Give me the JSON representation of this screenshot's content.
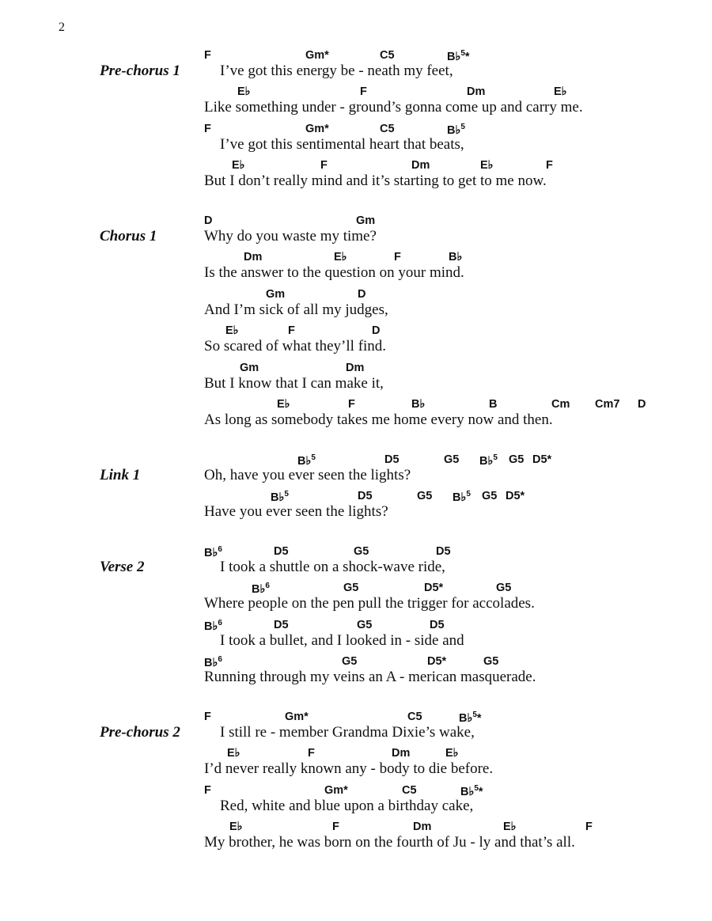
{
  "page_number": "2",
  "sections": [
    {
      "label": "Pre-chorus 1",
      "lines": [
        {
          "lyric": "I’ve got this energy be - neath my feet,",
          "chords": [
            "F",
            "Gm*",
            "C5",
            "B♭5*"
          ]
        },
        {
          "lyric": "Like something under - ground’s gonna come up and carry me.",
          "chords": [
            "E♭",
            "F",
            "Dm",
            "E♭"
          ]
        },
        {
          "lyric": "I’ve got this sentimental heart that beats,",
          "chords": [
            "F",
            "Gm*",
            "C5",
            "B♭5"
          ]
        },
        {
          "lyric": "But I don’t really mind and it’s starting to get to me now.",
          "chords": [
            "E♭",
            "F",
            "Dm",
            "E♭",
            "F"
          ]
        }
      ]
    },
    {
      "label": "Chorus 1",
      "lines": [
        {
          "lyric": "Why do you waste my time?",
          "chords": [
            "D",
            "Gm"
          ]
        },
        {
          "lyric": "Is the answer to the question on your mind.",
          "chords": [
            "Dm",
            "E♭",
            "F",
            "B♭"
          ]
        },
        {
          "lyric": "And I’m sick of all my judges,",
          "chords": [
            "Gm",
            "D"
          ]
        },
        {
          "lyric": "So scared of what they’ll find.",
          "chords": [
            "E♭",
            "F",
            "D"
          ]
        },
        {
          "lyric": "But I know that I can make it,",
          "chords": [
            "Gm",
            "Dm"
          ]
        },
        {
          "lyric": "As long as somebody takes me home every now and then.",
          "chords": [
            "E♭",
            "F",
            "B♭",
            "B",
            "Cm",
            "Cm7",
            "D"
          ]
        }
      ]
    },
    {
      "label": "Link 1",
      "lines": [
        {
          "lyric": "Oh, have you ever seen the lights?",
          "chords": [
            "B♭5",
            "D5",
            "G5",
            "B♭5",
            "G5",
            "D5*"
          ]
        },
        {
          "lyric": "Have you ever seen the lights?",
          "chords": [
            "B♭5",
            "D5",
            "G5",
            "B♭5",
            "G5",
            "D5*"
          ]
        }
      ]
    },
    {
      "label": "Verse 2",
      "lines": [
        {
          "lyric": "I took a shuttle on a shock-wave ride,",
          "chords": [
            "B♭6",
            "D5",
            "G5",
            "D5"
          ]
        },
        {
          "lyric": "Where people on the pen pull the trigger for accolades.",
          "chords": [
            "B♭6",
            "G5",
            "D5*",
            "G5"
          ]
        },
        {
          "lyric": "I took a bullet, and I looked in - side and",
          "chords": [
            "B♭6",
            "D5",
            "G5",
            "D5"
          ]
        },
        {
          "lyric": "Running through my veins an A - merican masquerade.",
          "chords": [
            "B♭6",
            "G5",
            "D5*",
            "G5"
          ]
        }
      ]
    },
    {
      "label": "Pre-chorus 2",
      "lines": [
        {
          "lyric": "I still re - member Grandma Dixie’s wake,",
          "chords": [
            "F",
            "Gm*",
            "C5",
            "B♭5*"
          ]
        },
        {
          "lyric": "I’d never really known any - body to die before.",
          "chords": [
            "E♭",
            "F",
            "Dm",
            "E♭"
          ]
        },
        {
          "lyric": "Red, white and blue upon a birthday cake,",
          "chords": [
            "F",
            "Gm*",
            "C5",
            "B♭5*"
          ]
        },
        {
          "lyric": "My brother, he was born on the fourth of Ju - ly and that’s all.",
          "chords": [
            "E♭",
            "F",
            "Dm",
            "E♭",
            "F"
          ]
        }
      ]
    }
  ]
}
